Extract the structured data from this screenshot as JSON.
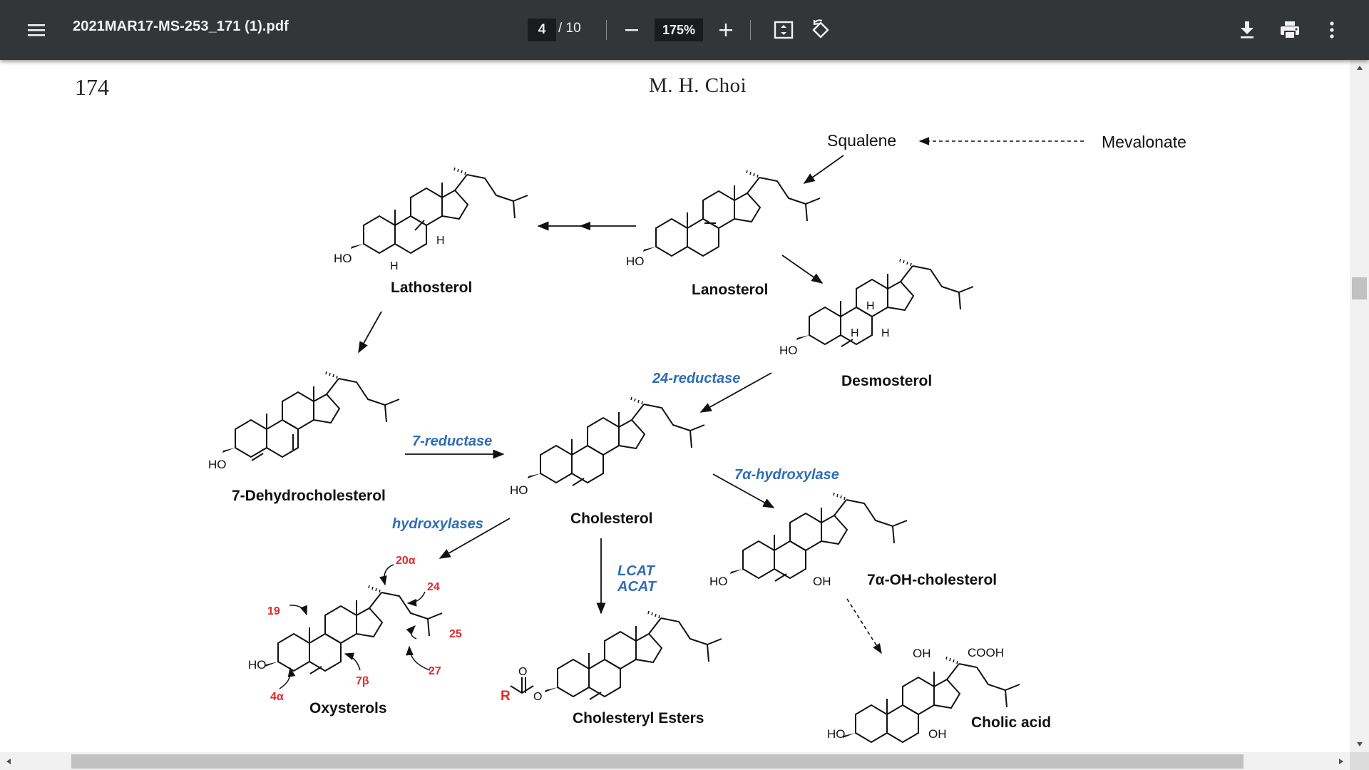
{
  "toolbar": {
    "filename": "2021MAR17-MS-253_171 (1).pdf",
    "current_page": "4",
    "total_pages": "/ 10",
    "zoom": "175%",
    "icons": [
      "menu-icon",
      "minus-icon",
      "plus-icon",
      "fit-to-page-icon",
      "rotate-icon",
      "download-icon",
      "print-icon",
      "more-vert-icon"
    ]
  },
  "page": {
    "page_number": "174",
    "running_head": "M. H. Choi"
  },
  "figure": {
    "compounds": {
      "squalene": "Squalene",
      "mevalonate": "Mevalonate",
      "lathosterol": "Lathosterol",
      "lanosterol": "Lanosterol",
      "desmosterol": "Desmosterol",
      "dehydro": "7-Dehydrocholesterol",
      "cholesterol": "Cholesterol",
      "oh_cholesterol": "7α-OH-cholesterol",
      "oxysterols": "Oxysterols",
      "esters": "Cholesteryl Esters",
      "cholic": "Cholic acid"
    },
    "enzymes": {
      "reductase24": "24-reductase",
      "reductase7": "7-reductase",
      "hydroxylase7a": "7α-hydroxylase",
      "hydroxylases": "hydroxylases",
      "lcat": "LCAT",
      "acat": "ACAT"
    },
    "positions": {
      "p20a": "20α",
      "p24": "24",
      "p19": "19",
      "p25": "25",
      "p27": "27",
      "p7b": "7β",
      "p4a": "4α"
    },
    "atoms": {
      "ho": "HO",
      "h": "H",
      "oh": "OH",
      "cooh": "COOH",
      "r": "R",
      "o": "O"
    },
    "colors": {
      "enzyme": "#2e6db5",
      "position": "#e02a2a",
      "structure": "#111111"
    }
  }
}
